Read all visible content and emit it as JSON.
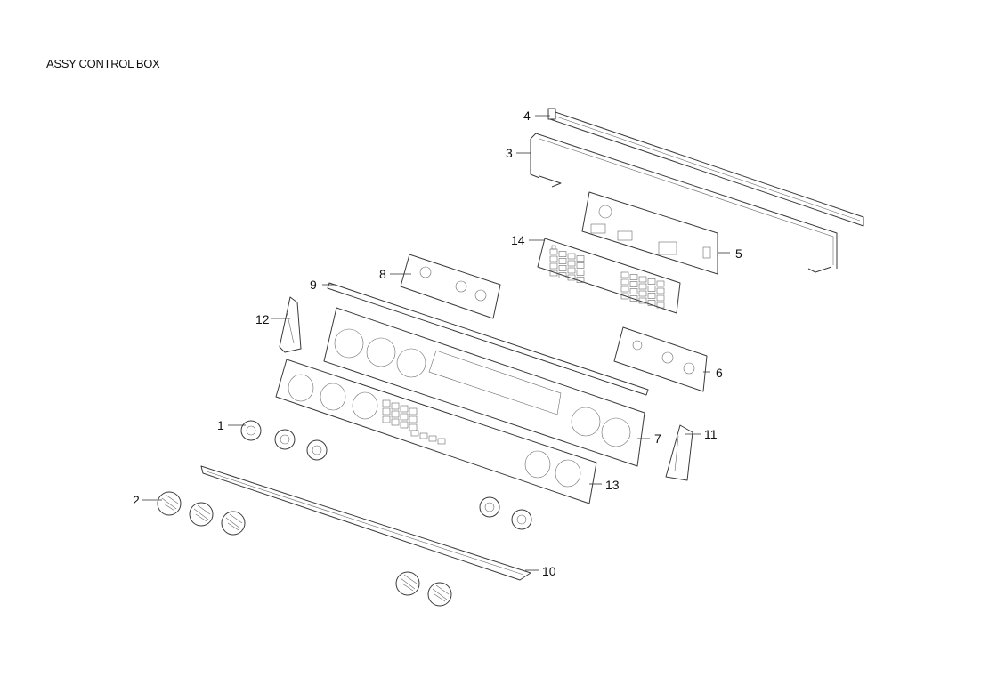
{
  "title": "ASSY CONTROL BOX",
  "callouts": [
    {
      "id": "c1",
      "label": "1"
    },
    {
      "id": "c2",
      "label": "2"
    },
    {
      "id": "c3",
      "label": "3"
    },
    {
      "id": "c4",
      "label": "4"
    },
    {
      "id": "c5",
      "label": "5"
    },
    {
      "id": "c6",
      "label": "6"
    },
    {
      "id": "c7",
      "label": "7"
    },
    {
      "id": "c8",
      "label": "8"
    },
    {
      "id": "c9",
      "label": "9"
    },
    {
      "id": "c10",
      "label": "10"
    },
    {
      "id": "c11",
      "label": "11"
    },
    {
      "id": "c12",
      "label": "12"
    },
    {
      "id": "c13",
      "label": "13"
    },
    {
      "id": "c14",
      "label": "14"
    }
  ]
}
